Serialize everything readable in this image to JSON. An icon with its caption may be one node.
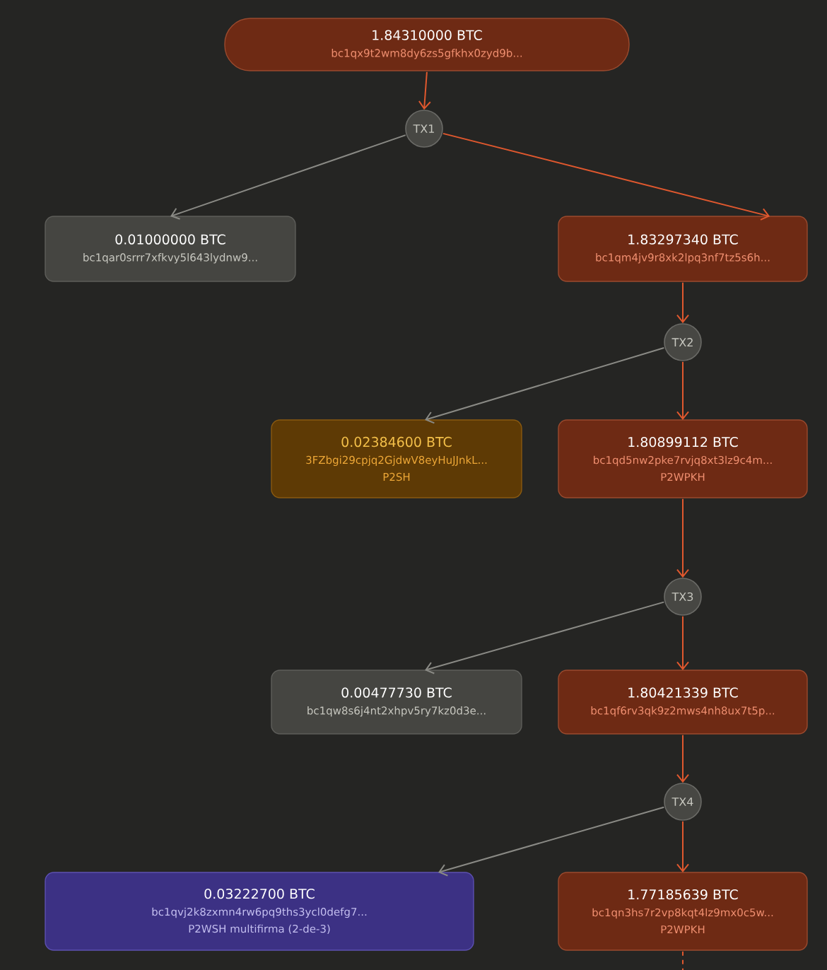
{
  "diagram": {
    "nodes": [
      {
        "text": [
          "1.84310000 BTC",
          "bc1qx9t2wm8dy6zs5gfkhx0zyd9b..."
        ]
      },
      {
        "text": [
          "TX1"
        ]
      },
      {
        "text": [
          "0.01000000 BTC",
          "bc1qar0srrr7xfkvy5l643lydnw9..."
        ]
      },
      {
        "text": [
          "1.83297340 BTC",
          "bc1qm4jv9r8xk2lpq3nf7tz5s6h..."
        ]
      },
      {
        "text": [
          "TX2"
        ]
      },
      {
        "text": [
          "0.02384600 BTC",
          "3FZbgi29cpjq2GjdwV8eyHuJJnkL...",
          "P2SH"
        ]
      },
      {
        "text": [
          "1.80899112 BTC",
          "bc1qd5nw2pke7rvjq8xt3lz9c4m...",
          "P2WPKH"
        ]
      },
      {
        "text": [
          "TX3"
        ]
      },
      {
        "text": [
          "0.00477730 BTC",
          "bc1qw8s6j4nt2xhpv5ry7kz0d3e..."
        ]
      },
      {
        "text": [
          "1.80421339 BTC",
          "bc1qf6rv3qk9z2mws4nh8ux7t5p..."
        ]
      },
      {
        "text": [
          "TX4"
        ]
      },
      {
        "text": [
          "0.03222700 BTC",
          "bc1qvj2k8zxmn4rw6pq9ths3ycl0defg7...",
          "P2WSH multifirma (2-de-3)"
        ]
      },
      {
        "text": [
          "1.77185639 BTC",
          "bc1qn3hs7r2vp8kqt4lz9mx0c5w...",
          "P2WPKH"
        ]
      }
    ],
    "edges": [
      {
        "from": 0,
        "to": 1,
        "arrow": "to"
      },
      {
        "from": 1,
        "to": 2,
        "arrow": "to",
        "color": "#8a8a85"
      },
      {
        "from": 1,
        "to": 3,
        "arrow": "to"
      },
      {
        "from": 3,
        "to": 4,
        "arrow": "to"
      },
      {
        "from": 4,
        "to": 5,
        "arrow": "to",
        "color": "#8a8a85"
      },
      {
        "from": 4,
        "to": 6,
        "arrow": "to"
      },
      {
        "from": 6,
        "to": 7,
        "arrow": "to"
      },
      {
        "from": 7,
        "to": 8,
        "arrow": "to",
        "color": "#8a8a85"
      },
      {
        "from": 7,
        "to": 9,
        "arrow": "to"
      },
      {
        "from": 9,
        "to": 10,
        "arrow": "to"
      },
      {
        "from": 10,
        "to": 11,
        "arrow": "to",
        "color": "#8a8a85"
      },
      {
        "from": 10,
        "to": 12,
        "arrow": "to"
      },
      {
        "from": 12,
        "to": null,
        "arrow": "none",
        "style": "dashed"
      }
    ]
  }
}
